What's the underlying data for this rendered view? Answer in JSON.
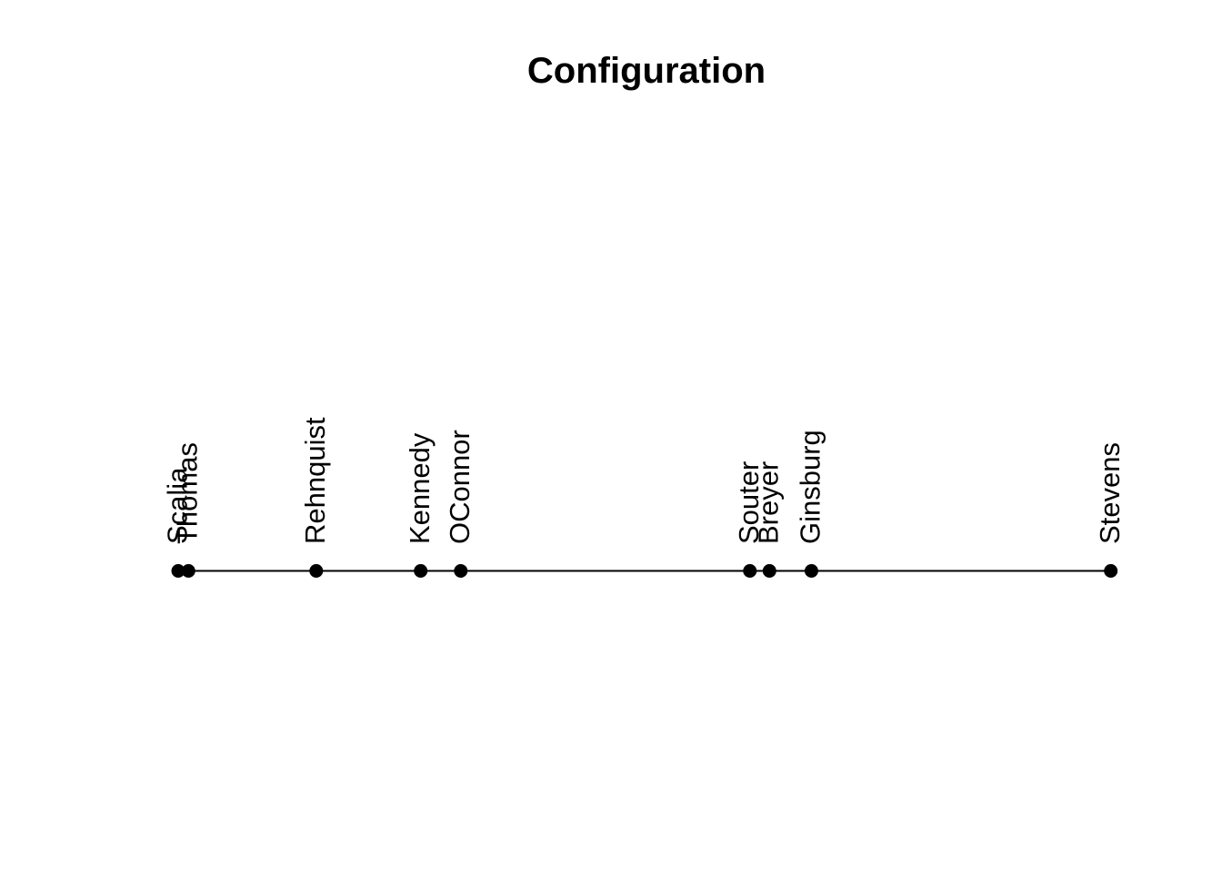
{
  "background_color": "#ffffff",
  "chart_data": {
    "type": "scatter",
    "title": "Configuration",
    "orientation": "one-dimensional-horizontal",
    "axes": "none",
    "grid": false,
    "legend": "none",
    "label_rotation_deg": 90,
    "x_range": [
      0,
      1
    ],
    "point_color": "#000000",
    "line_color": "#000000",
    "text_color": "#000000",
    "points": [
      {
        "label": "Scalia",
        "x": 0.0
      },
      {
        "label": "Thomas",
        "x": 0.011
      },
      {
        "label": "Rehnquist",
        "x": 0.148
      },
      {
        "label": "Kennedy",
        "x": 0.26
      },
      {
        "label": "OConnor",
        "x": 0.303
      },
      {
        "label": "Souter",
        "x": 0.613
      },
      {
        "label": "Breyer",
        "x": 0.634
      },
      {
        "label": "Ginsburg",
        "x": 0.679
      },
      {
        "label": "Stevens",
        "x": 1.0
      }
    ]
  }
}
